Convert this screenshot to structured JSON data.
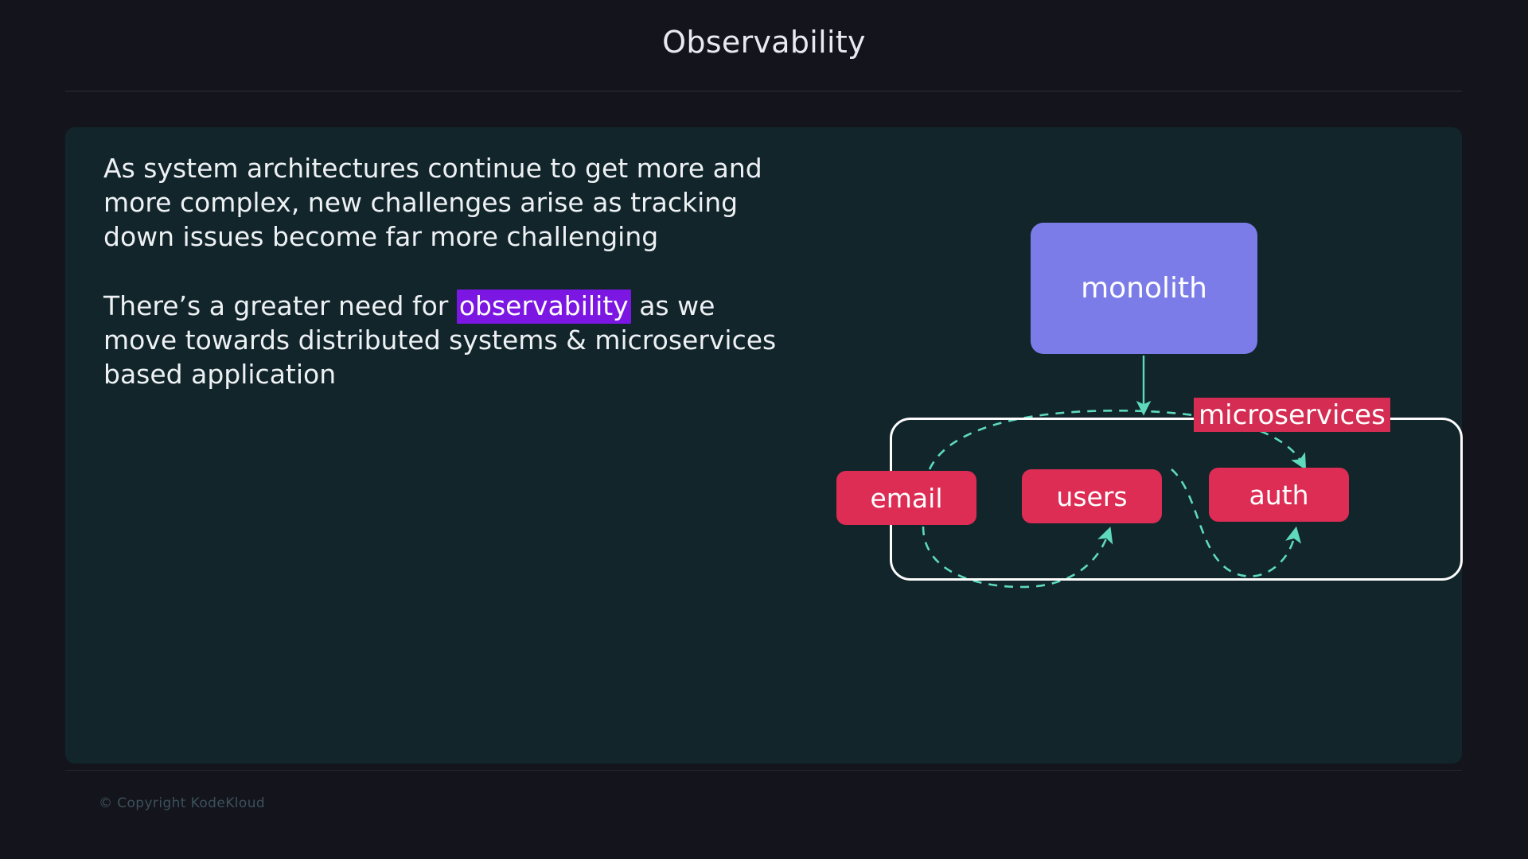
{
  "slide": {
    "title": "Observability",
    "footer": "© Copyright KodeKloud"
  },
  "content": {
    "paragraph_1": "As system architectures continue to get more and more complex, new challenges arise as tracking down issues become far more challenging",
    "paragraph_2_before": "There’s a greater need for ",
    "paragraph_2_highlight": "observability",
    "paragraph_2_after": " as we move towards distributed systems & microservices based application"
  },
  "diagram": {
    "monolith_label": "monolith",
    "microservices_label": "microservices",
    "services": [
      {
        "label": "email"
      },
      {
        "label": "users"
      },
      {
        "label": "auth"
      }
    ],
    "edges": [
      {
        "from": "monolith",
        "to": "microservices",
        "style": "solid"
      },
      {
        "from": "email",
        "to": "auth",
        "style": "dashed"
      },
      {
        "from": "email",
        "to": "users",
        "style": "dashed"
      },
      {
        "from": "users",
        "to": "auth",
        "style": "dashed"
      }
    ]
  },
  "colors": {
    "page_background": "#14141d",
    "panel_background": "#11252b",
    "title_text": "#e8eaf0",
    "body_text": "#eef1f4",
    "highlight": "#7c16e3",
    "monolith": "#7b7ce8",
    "service": "#dd2d55",
    "microservices_label": "#d42c52",
    "arrow": "#5fd9bd",
    "container_border": "#fdfdfd",
    "footer_text": "#3c5159"
  }
}
